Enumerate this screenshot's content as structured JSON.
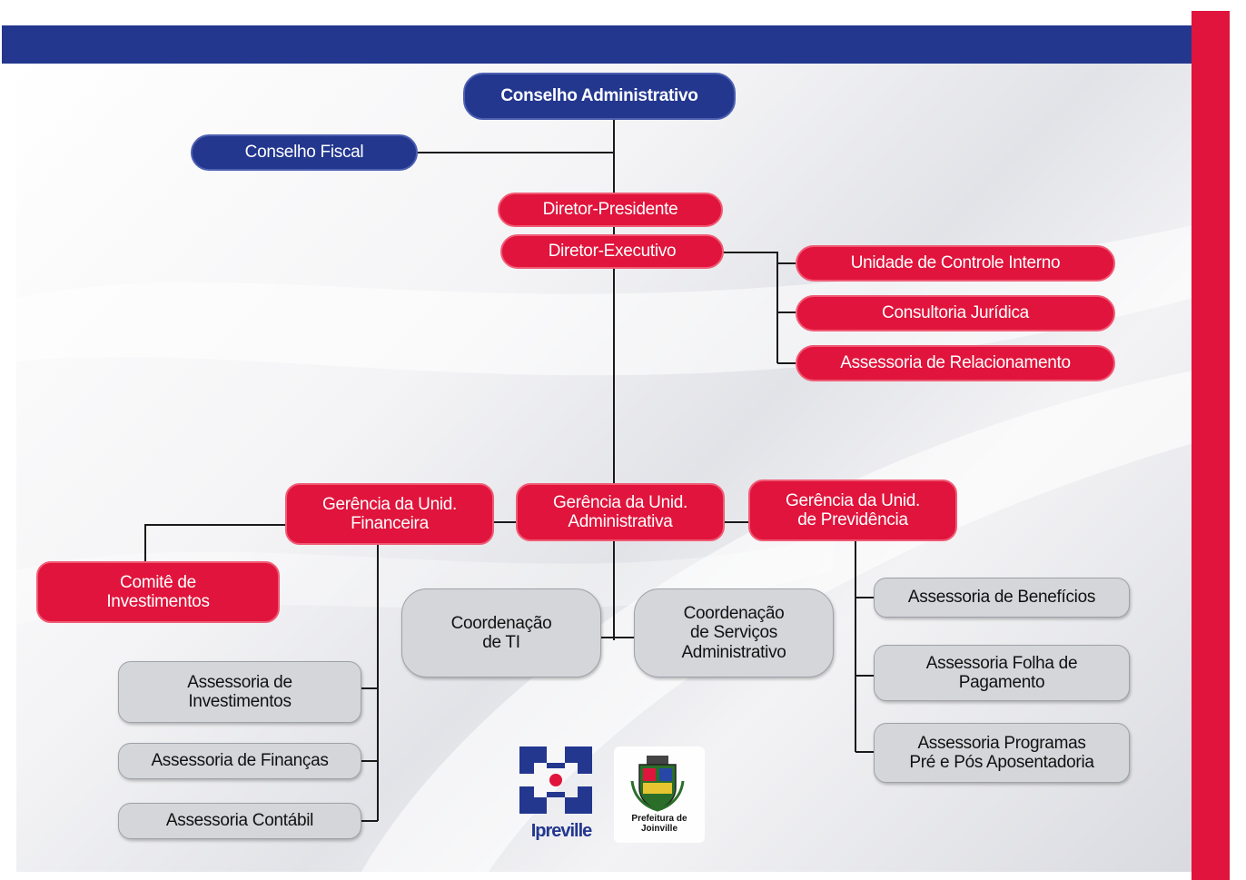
{
  "org_chart": {
    "conselho_administrativo": "Conselho Administrativo",
    "conselho_fiscal": "Conselho Fiscal",
    "diretor_presidente": "Diretor-Presidente",
    "diretor_executivo": "Diretor-Executivo",
    "staff_units": [
      "Unidade de Controle Interno",
      "Consultoria Jurídica",
      "Assessoria de Relacionamento"
    ],
    "gerencia_financeira": "Gerência da Unid.\nFinanceira",
    "gerencia_administrativa": "Gerência da Unid.\nAdministrativa",
    "gerencia_previdencia": "Gerência da Unid.\nde Previdência",
    "comite_investimentos": "Comitê de\nInvestimentos",
    "financeira_children": [
      "Assessoria de\nInvestimentos",
      "Assessoria de Finanças",
      "Assessoria Contábil"
    ],
    "coordenacao_ti": "Coordenação\nde TI",
    "coordenacao_servicos": "Coordenação\nde Serviços\nAdministrativo",
    "previdencia_children": [
      "Assessoria de Benefícios",
      "Assessoria Folha de\nPagamento",
      "Assessoria Programas\nPré e Pós Aposentadoria"
    ]
  },
  "logos": {
    "ipreville": "Ipreville",
    "prefeitura": "Prefeitura de\nJoinville"
  },
  "colors": {
    "blue": "#23378f",
    "red": "#e0143c",
    "gray": "#d5d6da"
  }
}
